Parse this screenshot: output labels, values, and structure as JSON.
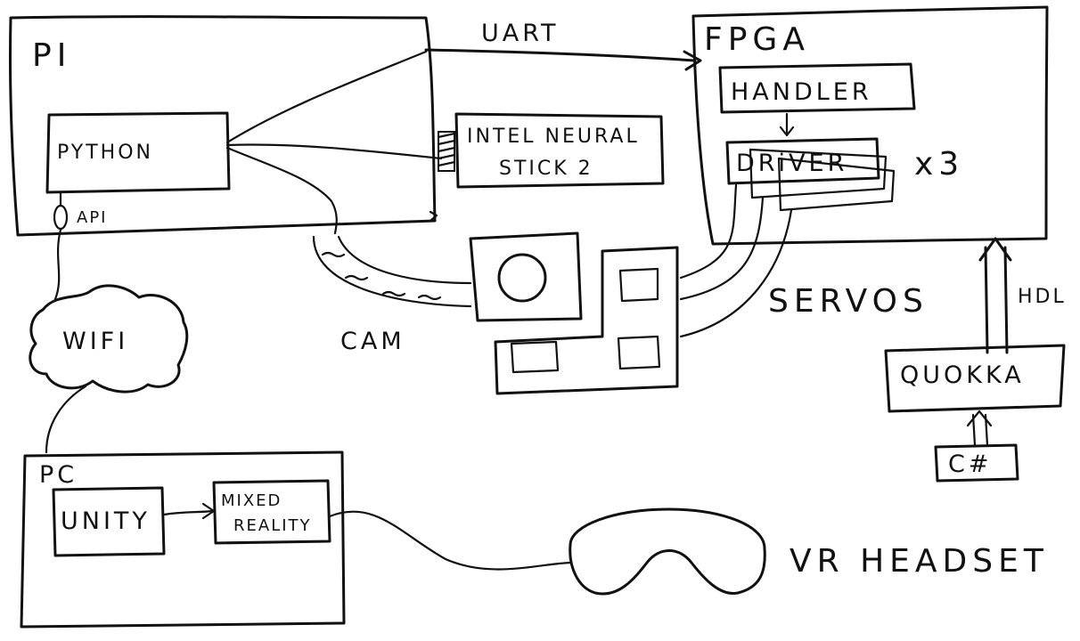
{
  "diagram": {
    "pi": {
      "title": "PI",
      "python": "PYTHON",
      "api": "API"
    },
    "uart": "UART",
    "fpga": {
      "title": "FPGA",
      "handler": "HANDLER",
      "driver": "DRiVER",
      "multiplier": "x3"
    },
    "neural_stick": {
      "line1": "INTEL NEURAL",
      "line2": "STICK 2"
    },
    "cam": "CAM",
    "servos": "SERVOS",
    "wifi": "WIFI",
    "hdl": "HDL",
    "quokka": "QUOKKA",
    "csharp": "C#",
    "pc": {
      "title": "PC",
      "unity": "UNITY",
      "mixed_reality": {
        "line1": "MIXED",
        "line2": "REALITY"
      }
    },
    "vr_headset": "VR HEADSET"
  }
}
